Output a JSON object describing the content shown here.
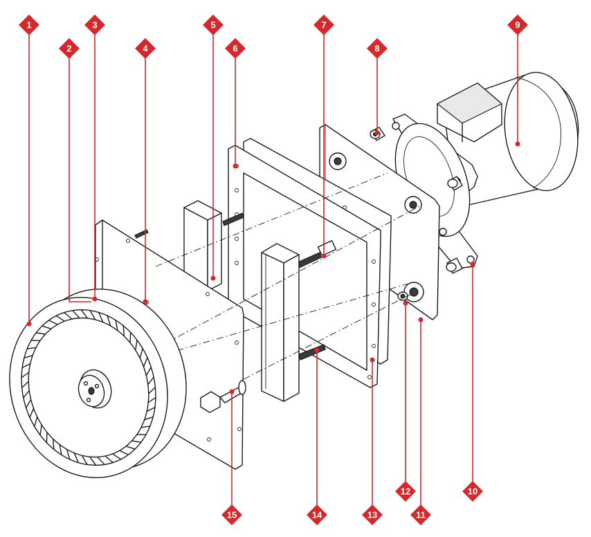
{
  "diagram": {
    "accent_color": "#d3282c",
    "callouts": [
      {
        "id": "c1",
        "label": "1"
      },
      {
        "id": "c2",
        "label": "2"
      },
      {
        "id": "c3",
        "label": "3"
      },
      {
        "id": "c4",
        "label": "4"
      },
      {
        "id": "c5",
        "label": "5"
      },
      {
        "id": "c6",
        "label": "6"
      },
      {
        "id": "c7",
        "label": "7"
      },
      {
        "id": "c8",
        "label": "8"
      },
      {
        "id": "c9",
        "label": "9"
      },
      {
        "id": "c10",
        "label": "10"
      },
      {
        "id": "c11",
        "label": "11"
      },
      {
        "id": "c12",
        "label": "12"
      },
      {
        "id": "c13",
        "label": "13"
      },
      {
        "id": "c14",
        "label": "14"
      },
      {
        "id": "c15",
        "label": "15"
      }
    ]
  }
}
